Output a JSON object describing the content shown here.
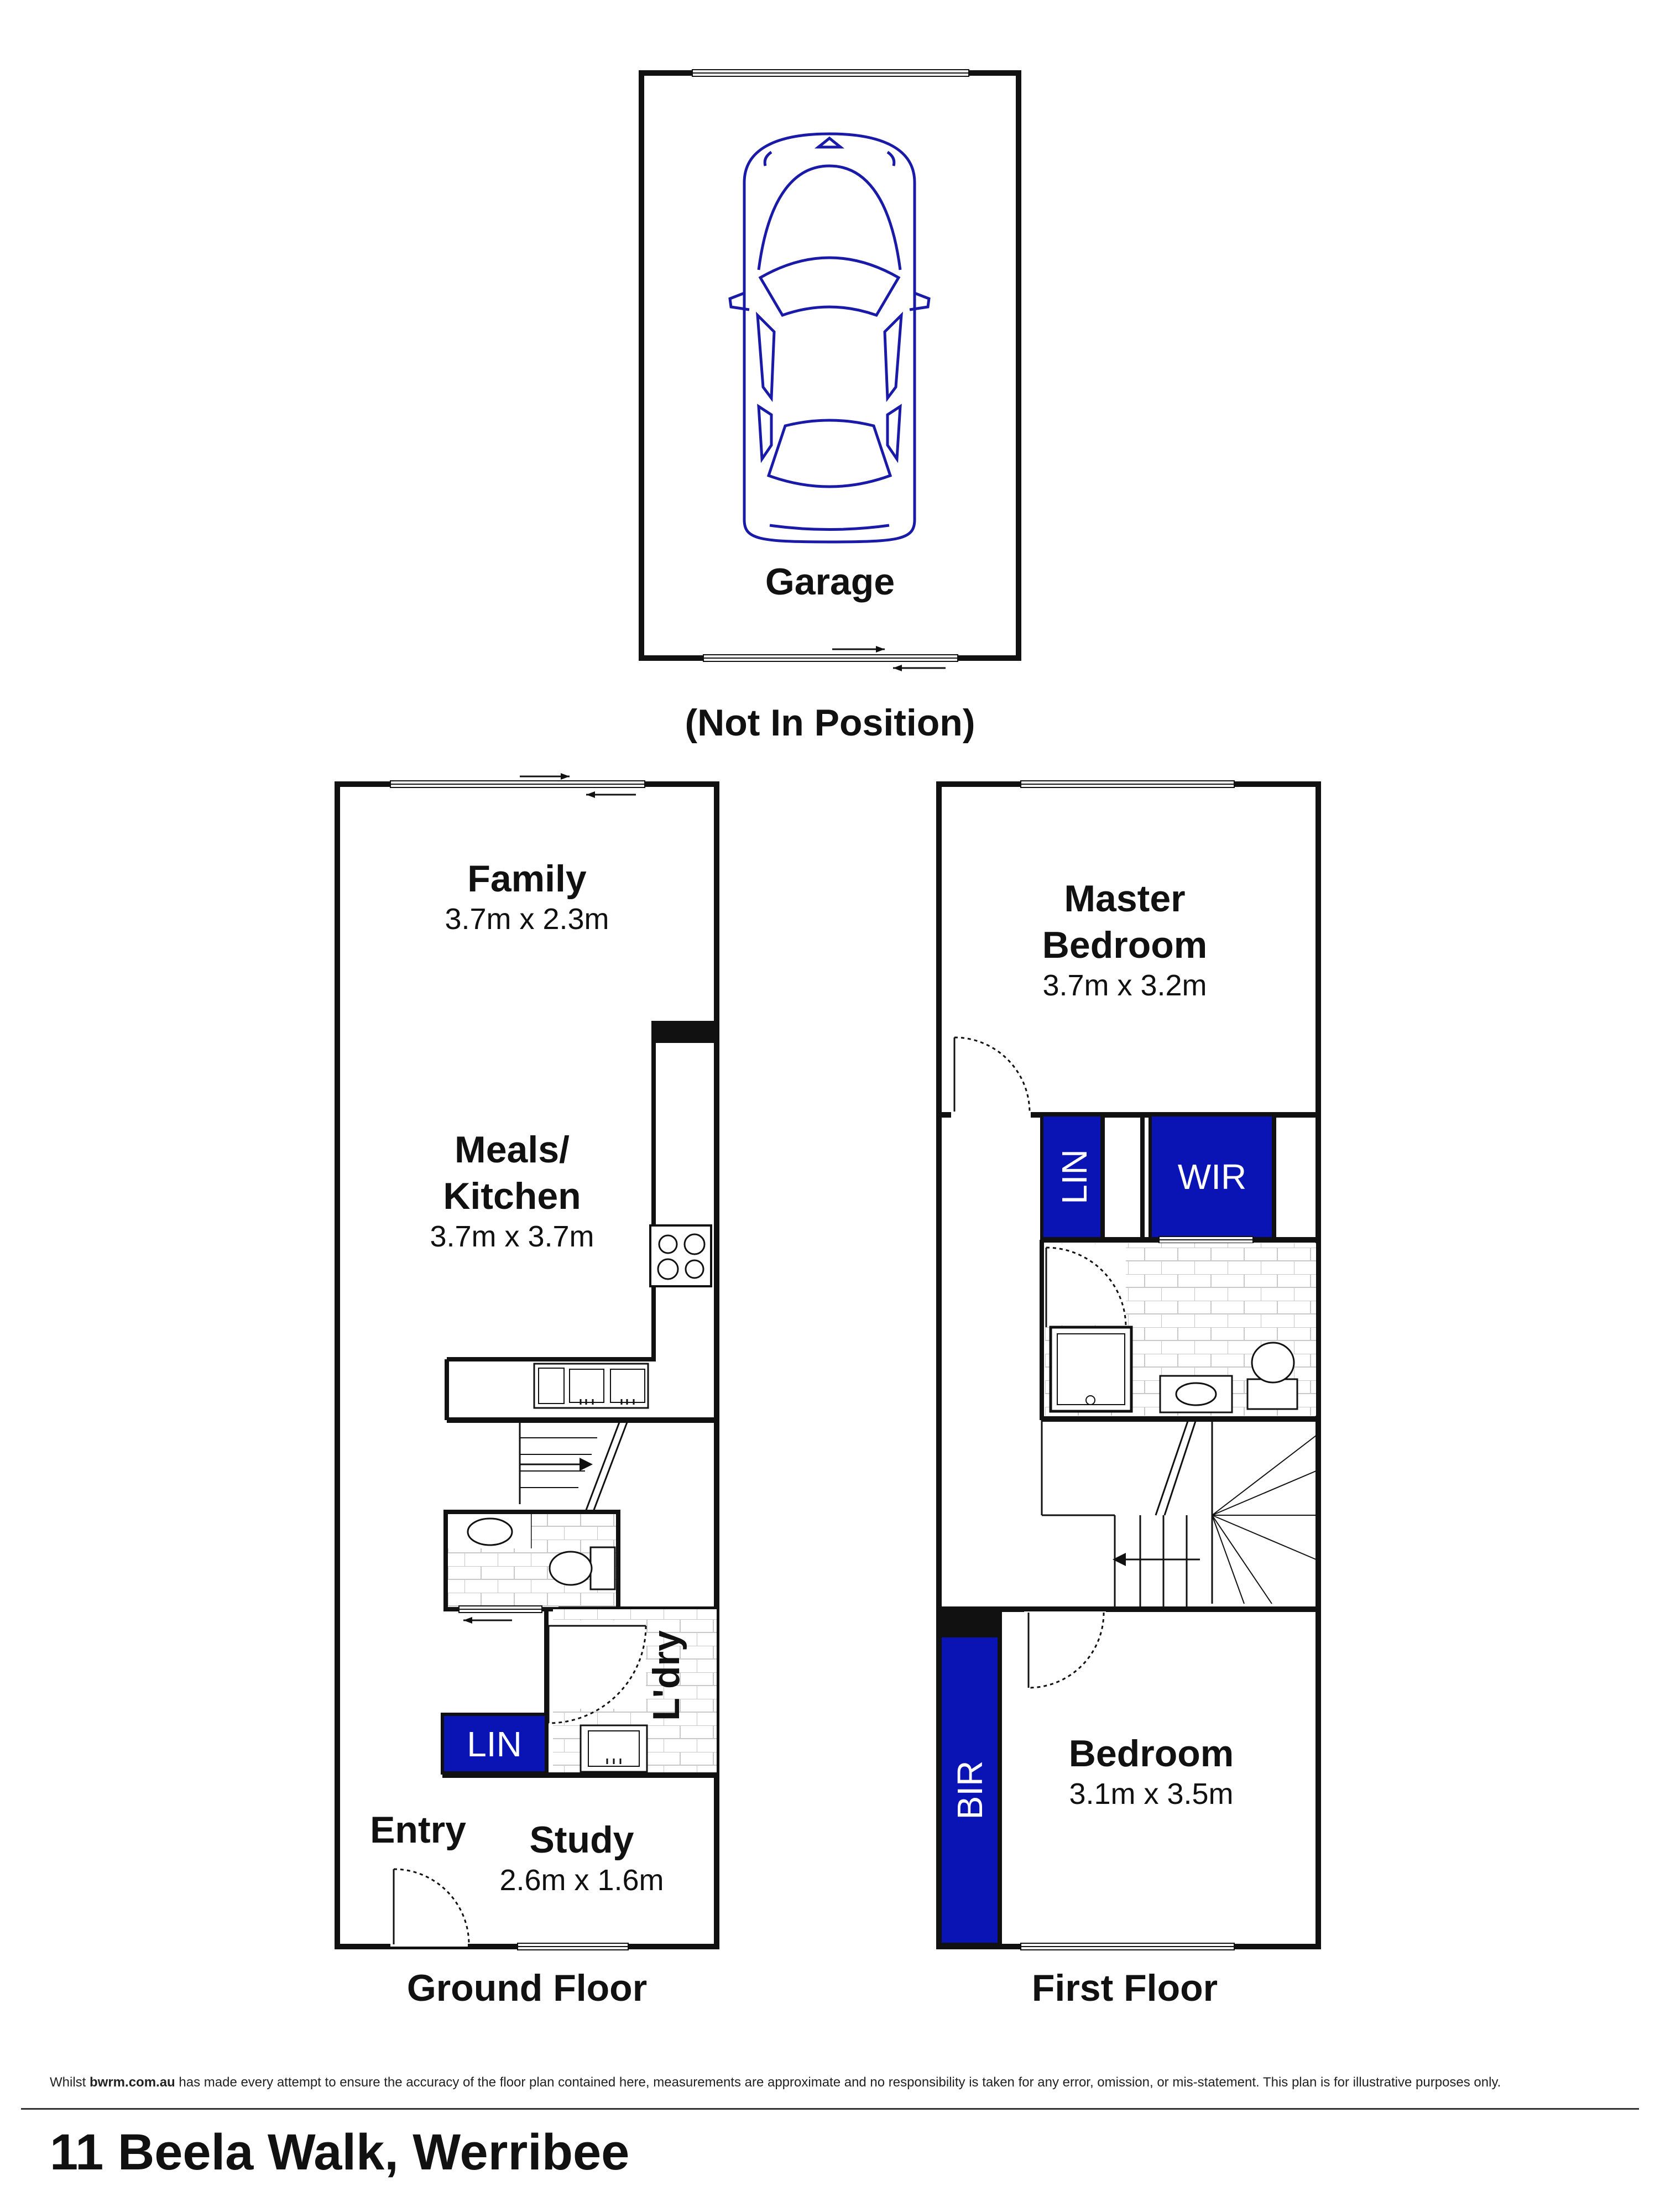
{
  "garage": {
    "name": "Garage",
    "note": "(Not In Position)"
  },
  "ground_floor": {
    "label": "Ground Floor",
    "family": {
      "name": "Family",
      "dims": "3.7m x 2.3m"
    },
    "meals": {
      "name_line1": "Meals/",
      "name_line2": "Kitchen",
      "dims": "3.7m x 3.7m"
    },
    "laundry": {
      "name": "L'dry"
    },
    "linen": {
      "name": "LIN"
    },
    "entry": {
      "name": "Entry"
    },
    "study": {
      "name": "Study",
      "dims": "2.6m x 1.6m"
    }
  },
  "first_floor": {
    "label": "First Floor",
    "master": {
      "name_line1": "Master",
      "name_line2": "Bedroom",
      "dims": "3.7m x 3.2m"
    },
    "linen": {
      "name": "LIN"
    },
    "wir": {
      "name": "WIR"
    },
    "bir": {
      "name": "BIR"
    },
    "bedroom": {
      "name": "Bedroom",
      "dims": "3.1m x 3.5m"
    }
  },
  "footer": {
    "disclaimer_prefix": "Whilst",
    "disclaimer_site": "bwrm.com.au",
    "disclaimer_rest": "has made every attempt to ensure the accuracy of the floor plan contained here, measurements are approximate and no responsibility is taken for any error, omission, or mis-statement. This plan is for illustrative purposes only.",
    "address": "11 Beela Walk, Werribee"
  },
  "colors": {
    "wall": "#111111",
    "accent_blue": "#0a14b4",
    "car_outline": "#1a1aa8",
    "tile_line": "#c8c8c8"
  }
}
